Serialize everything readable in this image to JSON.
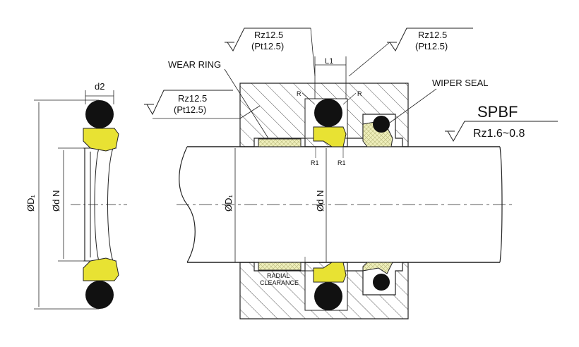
{
  "labels": {
    "d2": "d2",
    "od1_left": "ØD₁",
    "odn_left": "Ød N",
    "rz_top_left": "Rz12.5",
    "pt_top_left": "(Pt12.5)",
    "rz_top_right": "Rz12.5",
    "pt_top_right": "(Pt12.5)",
    "rz_mid": "Rz12.5",
    "pt_mid": "(Pt12.5)",
    "l1": "L1",
    "wear_ring": "WEAR RING",
    "wiper_seal": "WIPER SEAL",
    "title": "SPBF",
    "rz_rod": "Rz1.6~0.8",
    "r_left": "R",
    "r_right": "R",
    "r1_left": "R1",
    "r1_right": "R1",
    "od1_mid": "ØD₁",
    "odn_mid": "Ød N",
    "radial": "RADIAL",
    "clearance": "CLEARANCE"
  },
  "colors": {
    "oring": "#111111",
    "ring_yellow": "#e8e233",
    "wear_ring_fill": "#eeeebb",
    "hatch": "#555555",
    "line": "#222222"
  }
}
